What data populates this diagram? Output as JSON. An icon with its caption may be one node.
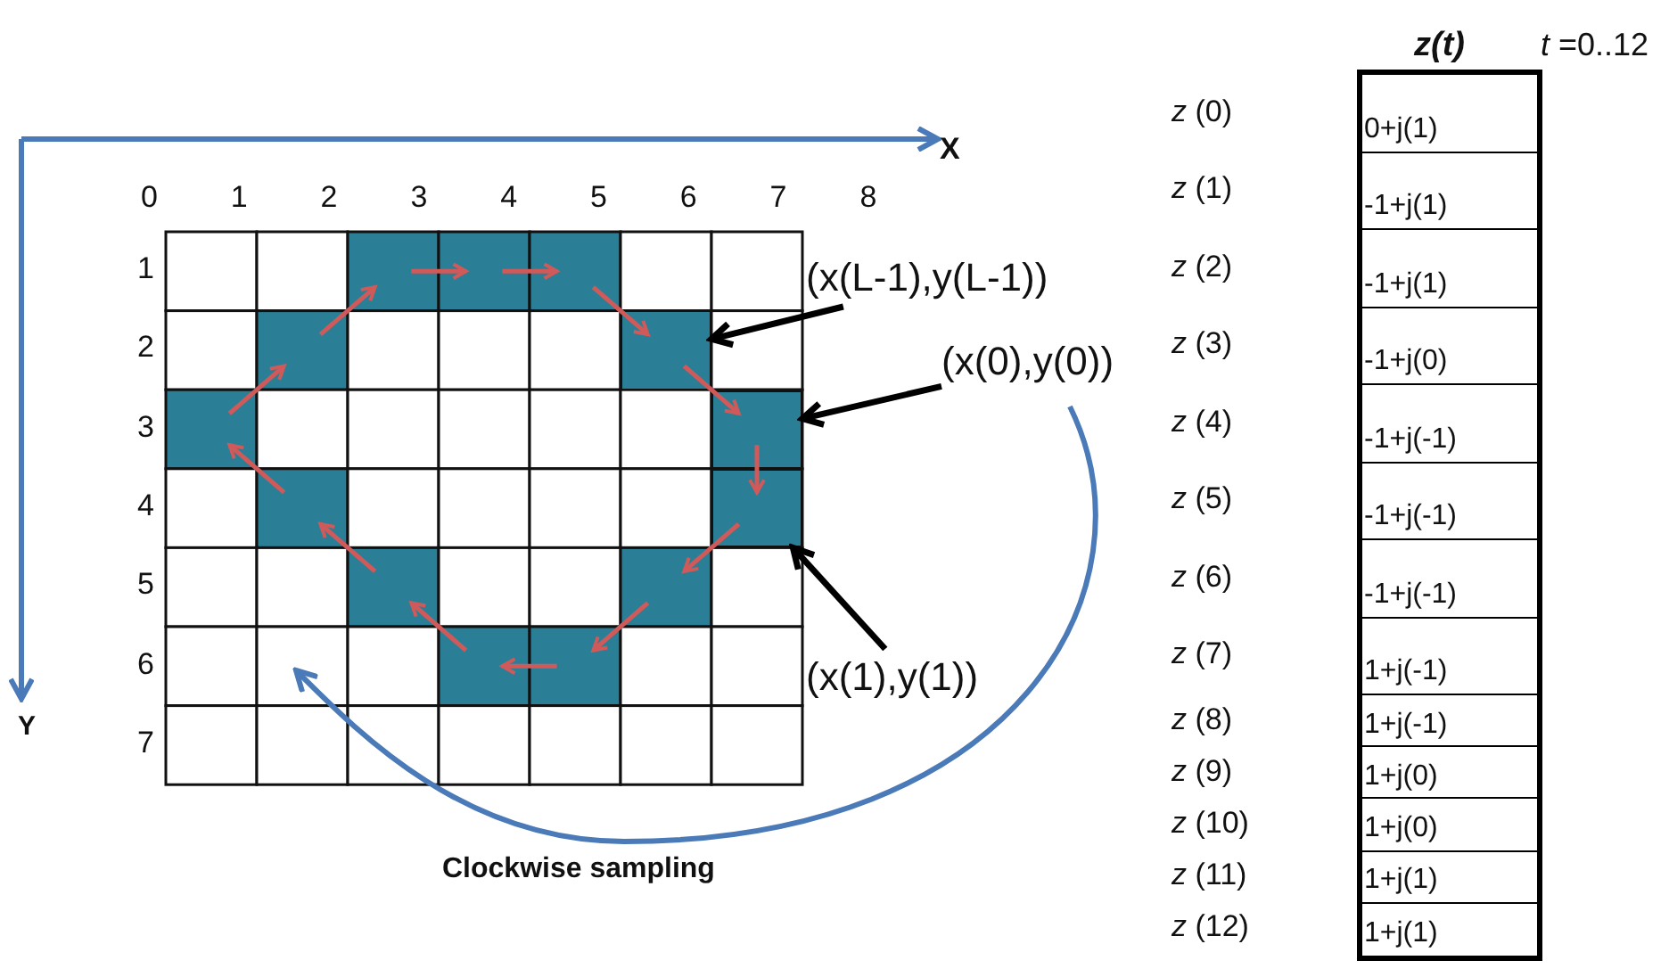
{
  "diagram": {
    "nodes": [
      {
        "text": [
          "(x(L-1),y(L-1))"
        ]
      },
      {
        "text": [],
        "shape": "box"
      },
      {
        "text": [
          "(x(0),y(0))"
        ]
      },
      {
        "text": [],
        "shape": "box"
      },
      {
        "text": [
          "(x(1),y(1))"
        ]
      },
      {
        "text": [],
        "shape": "box"
      }
    ],
    "edges": [
      {
        "from": 0,
        "to": 1,
        "arrow": "to",
        "color": "#000000"
      },
      {
        "from": 2,
        "to": 3,
        "arrow": "to",
        "color": "#000000"
      },
      {
        "from": 4,
        "to": 5,
        "arrow": "to",
        "color": "#000000"
      },
      {
        "from": 1,
        "to": 3,
        "arrow": "to",
        "color": "#d05a5a"
      },
      {
        "from": 3,
        "to": 5,
        "arrow": "to",
        "color": "#d05a5a"
      },
      {
        "from": null,
        "to": 1,
        "arrow": "to",
        "color": "#d05a5a"
      },
      {
        "from": 5,
        "to": null,
        "arrow": "to",
        "color": "#d05a5a"
      }
    ],
    "labels": [
      "z(t)",
      "*t* =0..12",
      "X",
      "0",
      "1",
      "2",
      "3",
      "4",
      "5",
      "6",
      "7",
      "8",
      "1",
      "2",
      "3",
      "4",
      "5",
      "6",
      "7",
      "Y",
      "Clockwise sampling",
      "*z* (0)",
      "0+j(1)",
      "*z* (1)",
      "-1+j(1)",
      "*z* (2)",
      "-1+j(1)",
      "*z* (3)",
      "-1+j(0)",
      "*z* (4)",
      "-1+j(-1)",
      "*z* (5)",
      "-1+j(-1)",
      "*z* (6)",
      "-1+j(-1)",
      "*z* (7)",
      "1+j(-1)",
      "*z* (8)",
      "1+j(-1)",
      "*z* (9)",
      "1+j(0)",
      "*z* (10)",
      "1+j(0)",
      "*z* (11)",
      "1+j(1)",
      "*z* (12)",
      "1+j(1)"
    ]
  }
}
